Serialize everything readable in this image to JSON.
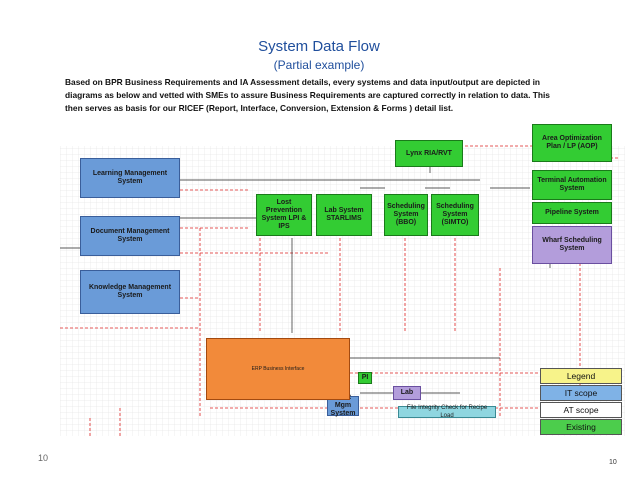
{
  "title": "System Data Flow",
  "subtitle": "(Partial example)",
  "description": "Based on BPR Business Requirements and IA Assessment details, every systems and data input/output are depicted in diagrams as below and vetted with SMEs to assure Business Requirements are captured correctly in relation to data.  This then serves as basis for our RICEF (Report, Interface, Conversion, Extension & Forms ) detail list.",
  "page_number_left": "10",
  "page_number_right": "10",
  "systems": {
    "learning": "Learning Management System",
    "document": "Document Management System",
    "knowledge": "Knowledge Management System",
    "lost_prevention": "Lost Prevention System LPI & IPS",
    "lab_system": "Lab System STARLIMS",
    "scheduling_bbo": "Scheduling System (BBO)",
    "scheduling_simto": "Scheduling System (SIMTO)",
    "lynx": "Lynx RIA/RVT",
    "area_opt": "Area Optimization Plan / LP (AOP)",
    "terminal": "Terminal Automation System",
    "pipeline": "Pipeline System",
    "wharf": "Wharf Scheduling System",
    "alert_mgmt": "Alert Mgm System",
    "lab_small": "Lab",
    "pi": "PI",
    "file_integrity": "File Integrity Check for Recipe Load",
    "center_block": "ERP Business Interface"
  },
  "legend": {
    "header": "Legend",
    "it_scope": "IT scope",
    "at_scope": "AT scope",
    "existing": "Existing"
  }
}
